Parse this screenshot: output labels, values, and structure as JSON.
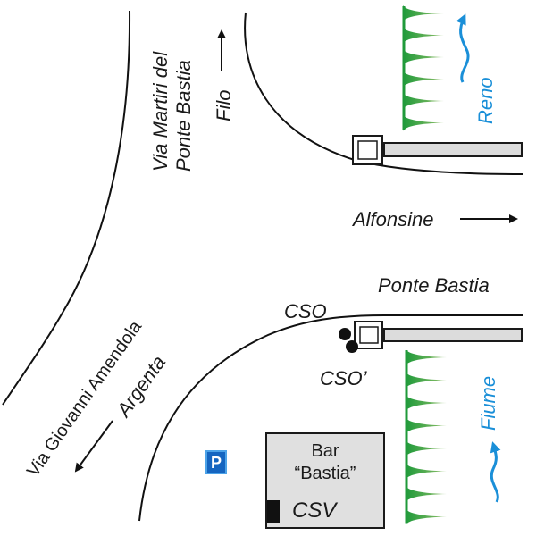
{
  "map": {
    "roads": {
      "via_martiri": "Via Martiri del",
      "via_martiri_2": "Ponte Bastia",
      "via_amendola": "Via Giovanni Amendola"
    },
    "directions": {
      "filo": "Filo",
      "alfonsine": "Alfonsine",
      "argenta": "Argenta"
    },
    "rivers": {
      "reno": "Reno",
      "fiume": "Fiume"
    },
    "places": {
      "ponte_bastia": "Ponte Bastia",
      "bar_line1": "Bar",
      "bar_line2": "“Bastia”",
      "parking": "P"
    },
    "points": {
      "cso": "CSO",
      "cso_prime": "CSO’",
      "csv": "CSV"
    },
    "colors": {
      "river": "#1a8fd8",
      "embankment": "#1f9a3a",
      "parking": "#1565c0",
      "bridge": "#dcdcdc",
      "building": "#e0e0e0"
    }
  }
}
